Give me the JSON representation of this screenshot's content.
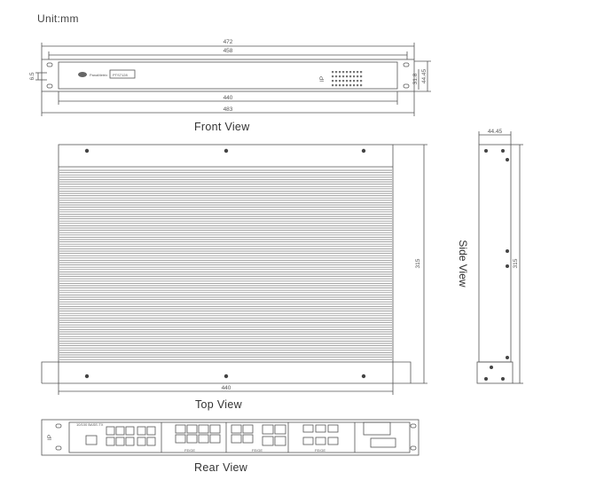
{
  "unit_label": "Unit:mm",
  "front_view": {
    "label": "Front View",
    "dims": {
      "overall_top": "472",
      "inner_top": "458",
      "bottom_inner": "440",
      "bottom_overall": "483",
      "ear_hole": "6.5",
      "height_inner": "31.8",
      "height_overall": "44.45"
    },
    "brand_text": "PanaMetrix",
    "model_text": "PTS7128",
    "side_text": "IP"
  },
  "top_view": {
    "label": "Top View",
    "dims": {
      "width": "440",
      "depth": "315"
    }
  },
  "side_view": {
    "label": "Side View",
    "dims": {
      "height": "44.45",
      "depth": "315"
    }
  },
  "rear_view": {
    "label": "Rear View",
    "side_text": "IP",
    "module_labels": [
      "10/100 BASE-TX",
      "FE/GE",
      "FE/GE",
      "FE/GE"
    ]
  },
  "colors": {
    "line": "#555555",
    "fin": "#9a9a9a",
    "bg": "#ffffff"
  }
}
